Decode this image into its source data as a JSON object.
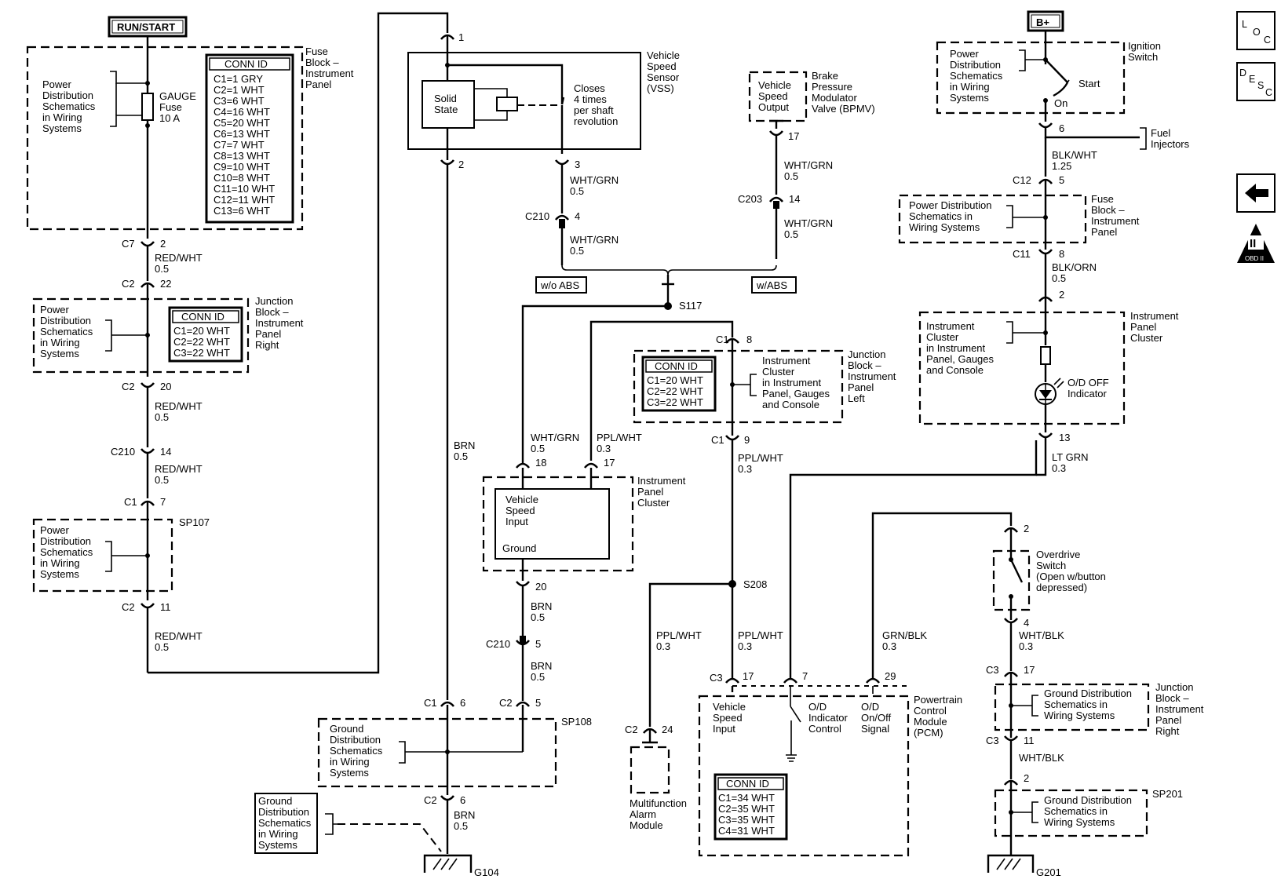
{
  "power": {
    "run_start": "RUN/START",
    "b_plus": "B+"
  },
  "side_buttons": {
    "loc": [
      "L",
      "O",
      "C"
    ],
    "desc": [
      "D",
      "E",
      "S",
      "C"
    ],
    "obd": "II",
    "obd_small": "OBD II"
  },
  "fuse_block": {
    "title": [
      "Fuse",
      "Block –",
      "Instrument",
      "Panel"
    ],
    "power_dist": [
      "Power",
      "Distribution",
      "Schematics",
      "in Wiring",
      "Systems"
    ],
    "fuse": [
      "GAUGE",
      "Fuse",
      "10 A"
    ],
    "conn_id_title": "CONN ID",
    "conn_ids": [
      "C1=1 GRY",
      "C2=1 WHT",
      "C3=6 WHT",
      "C4=16 WHT",
      "C5=20 WHT",
      "C6=13 WHT",
      "C7=7 WHT",
      "C8=13 WHT",
      "C9=10 WHT",
      "C10=8 WHT",
      "C11=10 WHT",
      "C12=11 WHT",
      "C13=6 WHT"
    ]
  },
  "jb_right": {
    "title": [
      "Junction",
      "Block –",
      "Instrument",
      "Panel",
      "Right"
    ],
    "power_dist": [
      "Power",
      "Distribution",
      "Schematics",
      "in Wiring",
      "Systems"
    ],
    "conn_id_title": "CONN ID",
    "conn_ids": [
      "C1=20 WHT",
      "C2=22 WHT",
      "C3=22 WHT"
    ]
  },
  "sp107": {
    "label": "SP107",
    "power_dist": [
      "Power",
      "Distribution",
      "Schematics",
      "in Wiring",
      "Systems"
    ]
  },
  "left_conns": {
    "c7": [
      "C7",
      "2"
    ],
    "c2a": [
      "C2",
      "22"
    ],
    "c2b": [
      "C2",
      "20"
    ],
    "c210": [
      "C210",
      "14"
    ],
    "c1": [
      "C1",
      "7"
    ],
    "c2c": [
      "C2",
      "11"
    ]
  },
  "left_wires": {
    "w1": [
      "RED/WHT",
      "0.5"
    ],
    "w2": [
      "RED/WHT",
      "0.5"
    ],
    "w3": [
      "RED/WHT",
      "0.5"
    ],
    "w4": [
      "RED/WHT",
      "0.5"
    ]
  },
  "vss": {
    "title": [
      "Vehicle",
      "Speed",
      "Sensor",
      "(VSS)"
    ],
    "solid_state": [
      "Solid",
      "State"
    ],
    "closes": [
      "Closes",
      "4 times",
      "per shaft",
      "revolution"
    ],
    "pin1": "1",
    "pin2": "2",
    "pin3": "3"
  },
  "vss_wires": {
    "w1": [
      "WHT/GRN",
      "0.5"
    ],
    "c210": [
      "C210",
      "4"
    ],
    "w2": [
      "WHT/GRN",
      "0.5"
    ],
    "wo_abs": "w/o ABS",
    "w_abs": "w/ABS",
    "s117": "S117",
    "brn": [
      "BRN",
      "0.5"
    ]
  },
  "bpmv": {
    "title": [
      "Brake",
      "Pressure",
      "Modulator",
      "Valve (BPMV)"
    ],
    "output": [
      "Vehicle",
      "Speed",
      "Output"
    ],
    "pin": "17",
    "w1": [
      "WHT/GRN",
      "0.5"
    ],
    "c203": [
      "C203",
      "14"
    ],
    "w2": [
      "WHT/GRN",
      "0.5"
    ]
  },
  "ipc_left": {
    "title": [
      "Instrument",
      "Panel",
      "Cluster"
    ],
    "vsi": [
      "Vehicle",
      "Speed",
      "Input"
    ],
    "ground": "Ground",
    "pin18": "18",
    "pin17": "17",
    "pin20": "20",
    "w_wg": [
      "WHT/GRN",
      "0.5"
    ],
    "w_pw": [
      "PPL/WHT",
      "0.3"
    ]
  },
  "ground_left": {
    "w1": [
      "BRN",
      "0.5"
    ],
    "c210": [
      "C210",
      "5"
    ],
    "w2": [
      "BRN",
      "0.5"
    ],
    "c1": [
      "C1",
      "6"
    ],
    "c2": [
      "C2",
      "5"
    ],
    "sp108": "SP108",
    "gd": [
      "Ground",
      "Distribution",
      "Schematics",
      "in Wiring",
      "Systems"
    ],
    "c2b": [
      "C2",
      "6"
    ],
    "w3": [
      "BRN",
      "0.5"
    ],
    "gd2": [
      "Ground",
      "Distribution",
      "Schematics",
      "in Wiring",
      "Systems"
    ],
    "g104": "G104"
  },
  "jb_left": {
    "c1": [
      "C1",
      "8"
    ],
    "title": [
      "Junction",
      "Block –",
      "Instrument",
      "Panel",
      "Left"
    ],
    "conn_id_title": "CONN ID",
    "conn_ids": [
      "C1=20 WHT",
      "C2=22 WHT",
      "C3=22 WHT"
    ],
    "ic": [
      "Instrument",
      "Cluster",
      "in Instrument",
      "Panel, Gauges",
      "and Console"
    ],
    "c1b": [
      "C1",
      "9"
    ],
    "w": [
      "PPL/WHT",
      "0.3"
    ],
    "s208": "S208"
  },
  "mfa": {
    "c2": [
      "C2",
      "24"
    ],
    "w": [
      "PPL/WHT",
      "0.3"
    ],
    "label": [
      "Multifunction",
      "Alarm",
      "Module"
    ]
  },
  "pcm": {
    "w1": [
      "PPL/WHT",
      "0.3"
    ],
    "w2": [
      "GRN/BLK",
      "0.3"
    ],
    "c3": [
      "C3",
      "17"
    ],
    "pin7": "7",
    "pin29": "29",
    "title": [
      "Powertrain",
      "Control",
      "Module",
      "(PCM)"
    ],
    "vsi": [
      "Vehicle",
      "Speed",
      "Input"
    ],
    "odi": [
      "O/D",
      "Indicator",
      "Control"
    ],
    "ods": [
      "O/D",
      "On/Off",
      "Signal"
    ],
    "conn_id_title": "CONN ID",
    "conn_ids": [
      "C1=34 WHT",
      "C2=35 WHT",
      "C3=35 WHT",
      "C4=31 WHT"
    ]
  },
  "ign": {
    "title": [
      "Ignition",
      "Switch"
    ],
    "power_dist": [
      "Power",
      "Distribution",
      "Schematics",
      "in Wiring",
      "Systems"
    ],
    "start": "Start",
    "on": "On",
    "pin6": "6",
    "fuel": [
      "Fuel",
      "Injectors"
    ],
    "w1": [
      "BLK/WHT",
      "1.25"
    ],
    "c12": [
      "C12",
      "5"
    ],
    "fb_title": [
      "Fuse",
      "Block –",
      "Instrument",
      "Panel"
    ],
    "fb_pd": [
      "Power Distribution",
      "Schematics in",
      "Wiring Systems"
    ],
    "c11": [
      "C11",
      "8"
    ],
    "w2": [
      "BLK/ORN",
      "0.5"
    ],
    "pin2": "2"
  },
  "ipc_right": {
    "title": [
      "Instrument",
      "Panel",
      "Cluster"
    ],
    "ic": [
      "Instrument",
      "Cluster",
      "in Instrument",
      "Panel, Gauges",
      "and Console"
    ],
    "od_off": [
      "O/D OFF",
      "Indicator"
    ],
    "pin13": "13",
    "w": [
      "LT GRN",
      "0.3"
    ]
  },
  "overdrive": {
    "pin2": "2",
    "label": [
      "Overdrive",
      "Switch",
      "(Open w/button",
      "depressed)"
    ],
    "pin4": "4",
    "w1": [
      "WHT/BLK",
      "0.3"
    ],
    "c3a": [
      "C3",
      "17"
    ],
    "jb_title": [
      "Junction",
      "Block –",
      "Instrument",
      "Panel",
      "Right"
    ],
    "gd1": [
      "Ground Distribution",
      "Schematics in",
      "Wiring Systems"
    ],
    "c3b": [
      "C3",
      "11"
    ],
    "w2": [
      "WHT/BLK"
    ],
    "pin2b": "2",
    "sp201": "SP201",
    "gd2": [
      "Ground Distribution",
      "Schematics in",
      "Wiring Systems"
    ],
    "g201": "G201"
  }
}
